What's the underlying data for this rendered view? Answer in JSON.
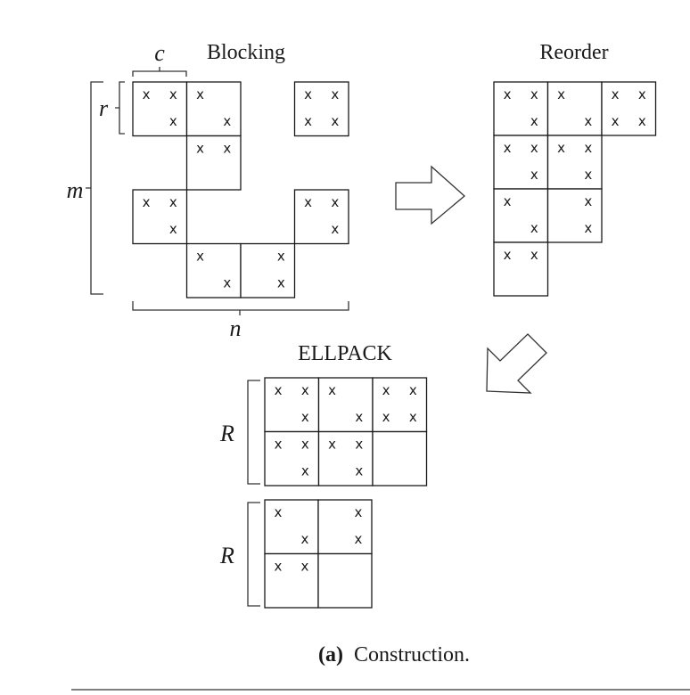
{
  "titles": {
    "blocking": "Blocking",
    "reorder": "Reorder",
    "ellpack": "ELLPACK"
  },
  "labels": {
    "c": "c",
    "r": "r",
    "m": "m",
    "n": "n",
    "R_top": "R",
    "R_bottom": "R"
  },
  "caption": {
    "prefix": "(a)",
    "text": "Construction."
  },
  "mark_symbol": "x",
  "blocking_blocks": [
    {
      "col": 0,
      "row": 0,
      "marks": [
        [
          0,
          0
        ],
        [
          1,
          0
        ],
        [
          1,
          1
        ]
      ]
    },
    {
      "col": 1,
      "row": 0,
      "marks": [
        [
          0,
          0
        ],
        [
          1,
          1
        ]
      ]
    },
    {
      "col": 3,
      "row": 0,
      "marks": [
        [
          0,
          0
        ],
        [
          1,
          0
        ],
        [
          0,
          1
        ],
        [
          1,
          1
        ]
      ]
    },
    {
      "col": 1,
      "row": 1,
      "marks": [
        [
          0,
          0
        ],
        [
          1,
          0
        ]
      ]
    },
    {
      "col": 0,
      "row": 2,
      "marks": [
        [
          0,
          0
        ],
        [
          1,
          0
        ],
        [
          1,
          1
        ]
      ]
    },
    {
      "col": 3,
      "row": 2,
      "marks": [
        [
          0,
          0
        ],
        [
          1,
          0
        ],
        [
          1,
          1
        ]
      ]
    },
    {
      "col": 1,
      "row": 3,
      "marks": [
        [
          0,
          0
        ],
        [
          1,
          1
        ]
      ]
    },
    {
      "col": 2,
      "row": 3,
      "marks": [
        [
          1,
          0
        ],
        [
          1,
          1
        ]
      ]
    }
  ],
  "reorder_blocks": [
    {
      "col": 0,
      "row": 0,
      "marks": [
        [
          0,
          0
        ],
        [
          1,
          0
        ],
        [
          1,
          1
        ]
      ]
    },
    {
      "col": 1,
      "row": 0,
      "marks": [
        [
          0,
          0
        ],
        [
          1,
          1
        ]
      ]
    },
    {
      "col": 2,
      "row": 0,
      "marks": [
        [
          0,
          0
        ],
        [
          1,
          0
        ],
        [
          0,
          1
        ],
        [
          1,
          1
        ]
      ]
    },
    {
      "col": 0,
      "row": 1,
      "marks": [
        [
          0,
          0
        ],
        [
          1,
          0
        ],
        [
          1,
          1
        ]
      ]
    },
    {
      "col": 1,
      "row": 1,
      "marks": [
        [
          0,
          0
        ],
        [
          1,
          0
        ],
        [
          1,
          1
        ]
      ]
    },
    {
      "col": 0,
      "row": 2,
      "marks": [
        [
          0,
          0
        ],
        [
          1,
          1
        ]
      ]
    },
    {
      "col": 1,
      "row": 2,
      "marks": [
        [
          1,
          0
        ],
        [
          1,
          1
        ]
      ]
    },
    {
      "col": 0,
      "row": 3,
      "marks": [
        [
          0,
          0
        ],
        [
          1,
          0
        ]
      ]
    }
  ],
  "ellpack_top_blocks": [
    {
      "col": 0,
      "row": 0,
      "marks": [
        [
          0,
          0
        ],
        [
          1,
          0
        ],
        [
          1,
          1
        ]
      ]
    },
    {
      "col": 1,
      "row": 0,
      "marks": [
        [
          0,
          0
        ],
        [
          1,
          1
        ]
      ]
    },
    {
      "col": 2,
      "row": 0,
      "marks": [
        [
          0,
          0
        ],
        [
          1,
          0
        ],
        [
          0,
          1
        ],
        [
          1,
          1
        ]
      ]
    },
    {
      "col": 0,
      "row": 1,
      "marks": [
        [
          0,
          0
        ],
        [
          1,
          0
        ],
        [
          1,
          1
        ]
      ]
    },
    {
      "col": 1,
      "row": 1,
      "marks": [
        [
          0,
          0
        ],
        [
          1,
          0
        ],
        [
          1,
          1
        ]
      ]
    },
    {
      "col": 2,
      "row": 1,
      "marks": []
    }
  ],
  "ellpack_bottom_blocks": [
    {
      "col": 0,
      "row": 0,
      "marks": [
        [
          0,
          0
        ],
        [
          1,
          1
        ]
      ]
    },
    {
      "col": 1,
      "row": 0,
      "marks": [
        [
          1,
          0
        ],
        [
          1,
          1
        ]
      ]
    },
    {
      "col": 0,
      "row": 1,
      "marks": [
        [
          0,
          0
        ],
        [
          1,
          0
        ]
      ]
    },
    {
      "col": 1,
      "row": 1,
      "marks": []
    }
  ]
}
